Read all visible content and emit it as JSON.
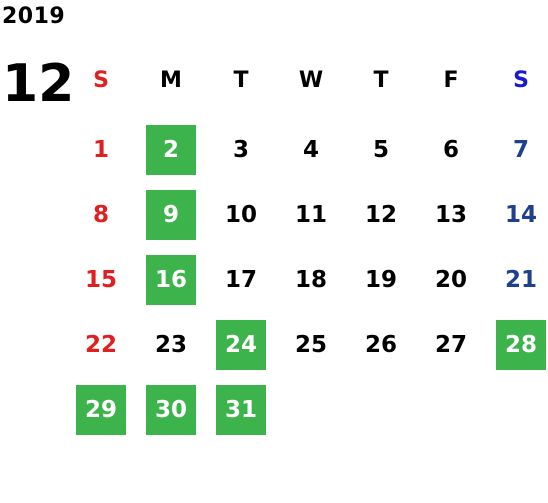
{
  "calendar": {
    "year": "2019",
    "month": "12",
    "weekdays": [
      "S",
      "M",
      "T",
      "W",
      "T",
      "F",
      "S"
    ],
    "weekday_colors": [
      "#e02020",
      "#000000",
      "#000000",
      "#000000",
      "#000000",
      "#000000",
      "#1a1ad0"
    ],
    "first_weekday_index": 0,
    "days_in_month": 31,
    "highlighted_days": [
      2,
      9,
      16,
      24,
      28,
      29,
      30,
      31
    ],
    "colors": {
      "sunday": "#e02020",
      "saturday": "#1f3f8f",
      "default": "#000000",
      "highlight_bg": "#3cb44b",
      "highlight_text": "#ffffff"
    }
  }
}
